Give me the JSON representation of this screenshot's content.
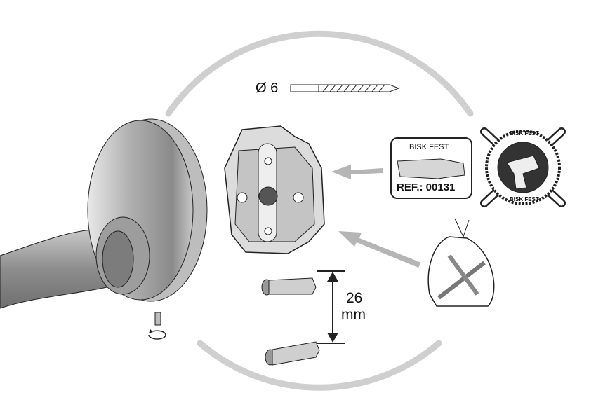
{
  "drill": {
    "label": "Ø 6"
  },
  "dimension": {
    "value": "26",
    "unit": "mm"
  },
  "product_box": {
    "brand": "BISK FEST",
    "ref": "REF.: 00131"
  },
  "badge": {
    "top_text": "BISK FEST",
    "bottom_text": "BISK FEST"
  },
  "colors": {
    "arc": "#cfcfcf",
    "arrow": "#b5b5b5",
    "metal": "#9a9a9a"
  }
}
